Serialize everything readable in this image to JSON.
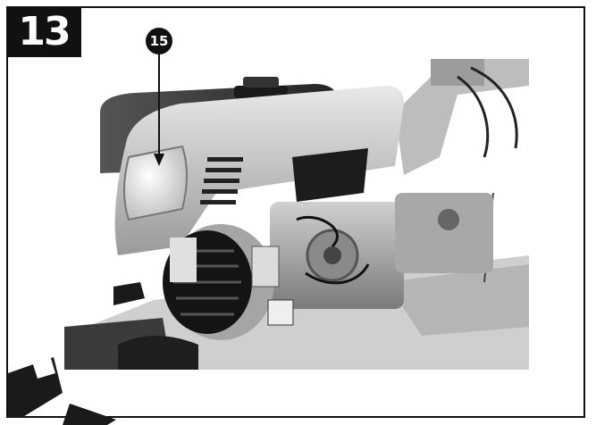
{
  "step_number": "13",
  "callout_number": "15",
  "colors": {
    "badge": "#111111",
    "frame": "#111111",
    "background": "#ffffff"
  },
  "photo": {
    "subject": "tiller-engine-photo"
  }
}
